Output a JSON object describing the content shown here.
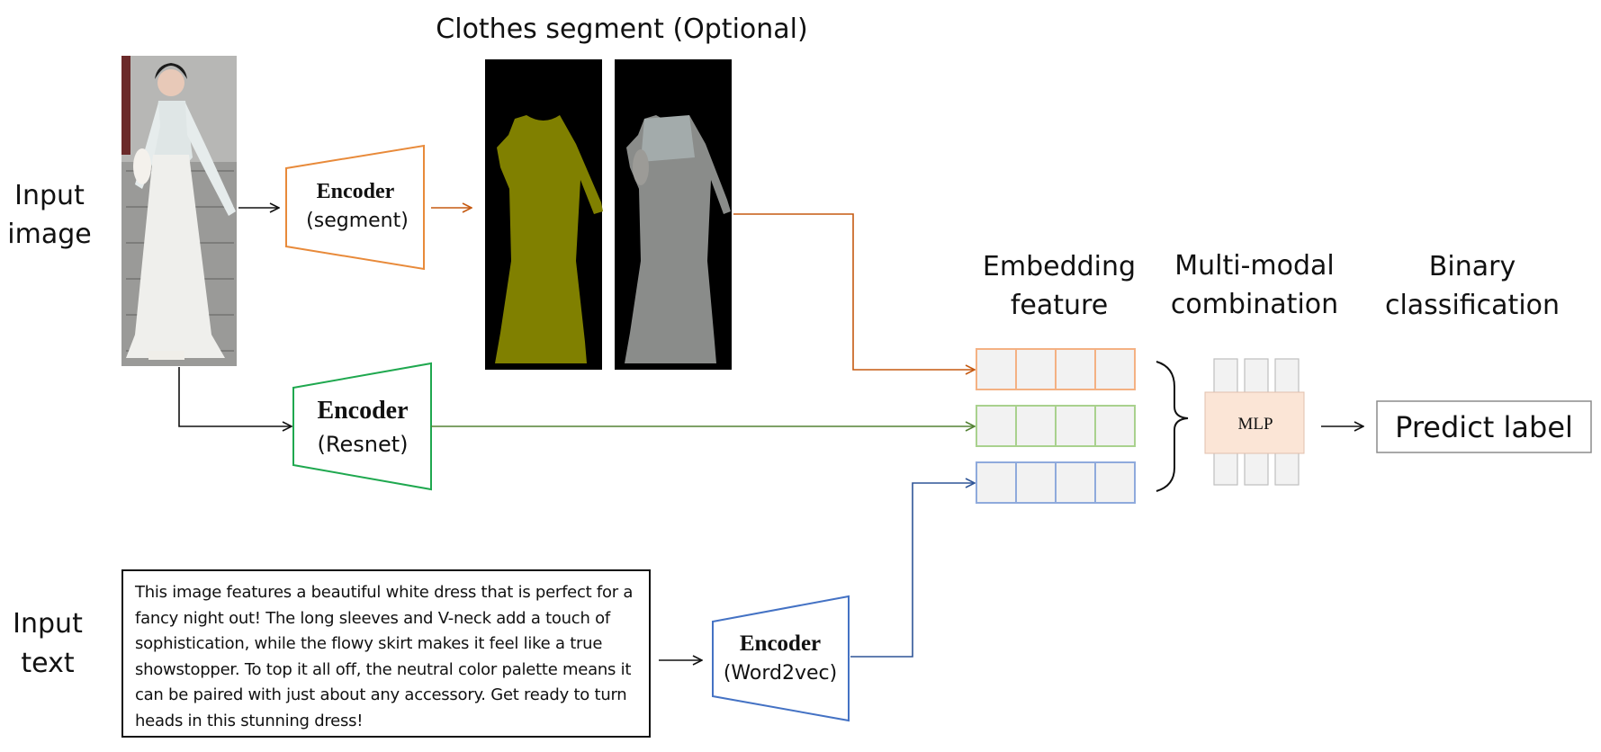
{
  "labels": {
    "input_image_line1": "Input",
    "input_image_line2": "image",
    "input_text_line1": "Input",
    "input_text_line2": "text",
    "clothes_segment": "Clothes segment (Optional)",
    "embedding_line1": "Embedding",
    "embedding_line2": "feature",
    "multimodal_line1": "Multi-modal",
    "multimodal_line2": "combination",
    "binary_line1": "Binary",
    "binary_line2": "classification"
  },
  "encoders": {
    "segment": {
      "title": "Encoder",
      "subtitle": "(segment)",
      "color": "#e88a3a"
    },
    "resnet": {
      "title": "Encoder",
      "subtitle": "(Resnet)",
      "color": "#1fa84f"
    },
    "word2vec": {
      "title": "Encoder",
      "subtitle": "(Word2vec)",
      "color": "#4472c4"
    }
  },
  "mlp_label": "MLP",
  "predict_label": "Predict label",
  "input_text_content": "This image features a beautiful white dress that is perfect for a fancy night out! The long sleeves and V-neck add a touch of sophistication, while the flowy skirt makes it feel like a true showstopper. To top it all off, the neutral color palette means it can be paired with just about any accessory. Get ready to turn heads in this stunning dress!",
  "colors": {
    "segment_line": "#c55a11",
    "resnet_line": "#548235",
    "word2vec_line": "#2f5597",
    "embed_orange": "#f4b183",
    "embed_green": "#a9d18e",
    "embed_blue": "#8faadc",
    "mlp_fill": "#fbe5d6"
  }
}
